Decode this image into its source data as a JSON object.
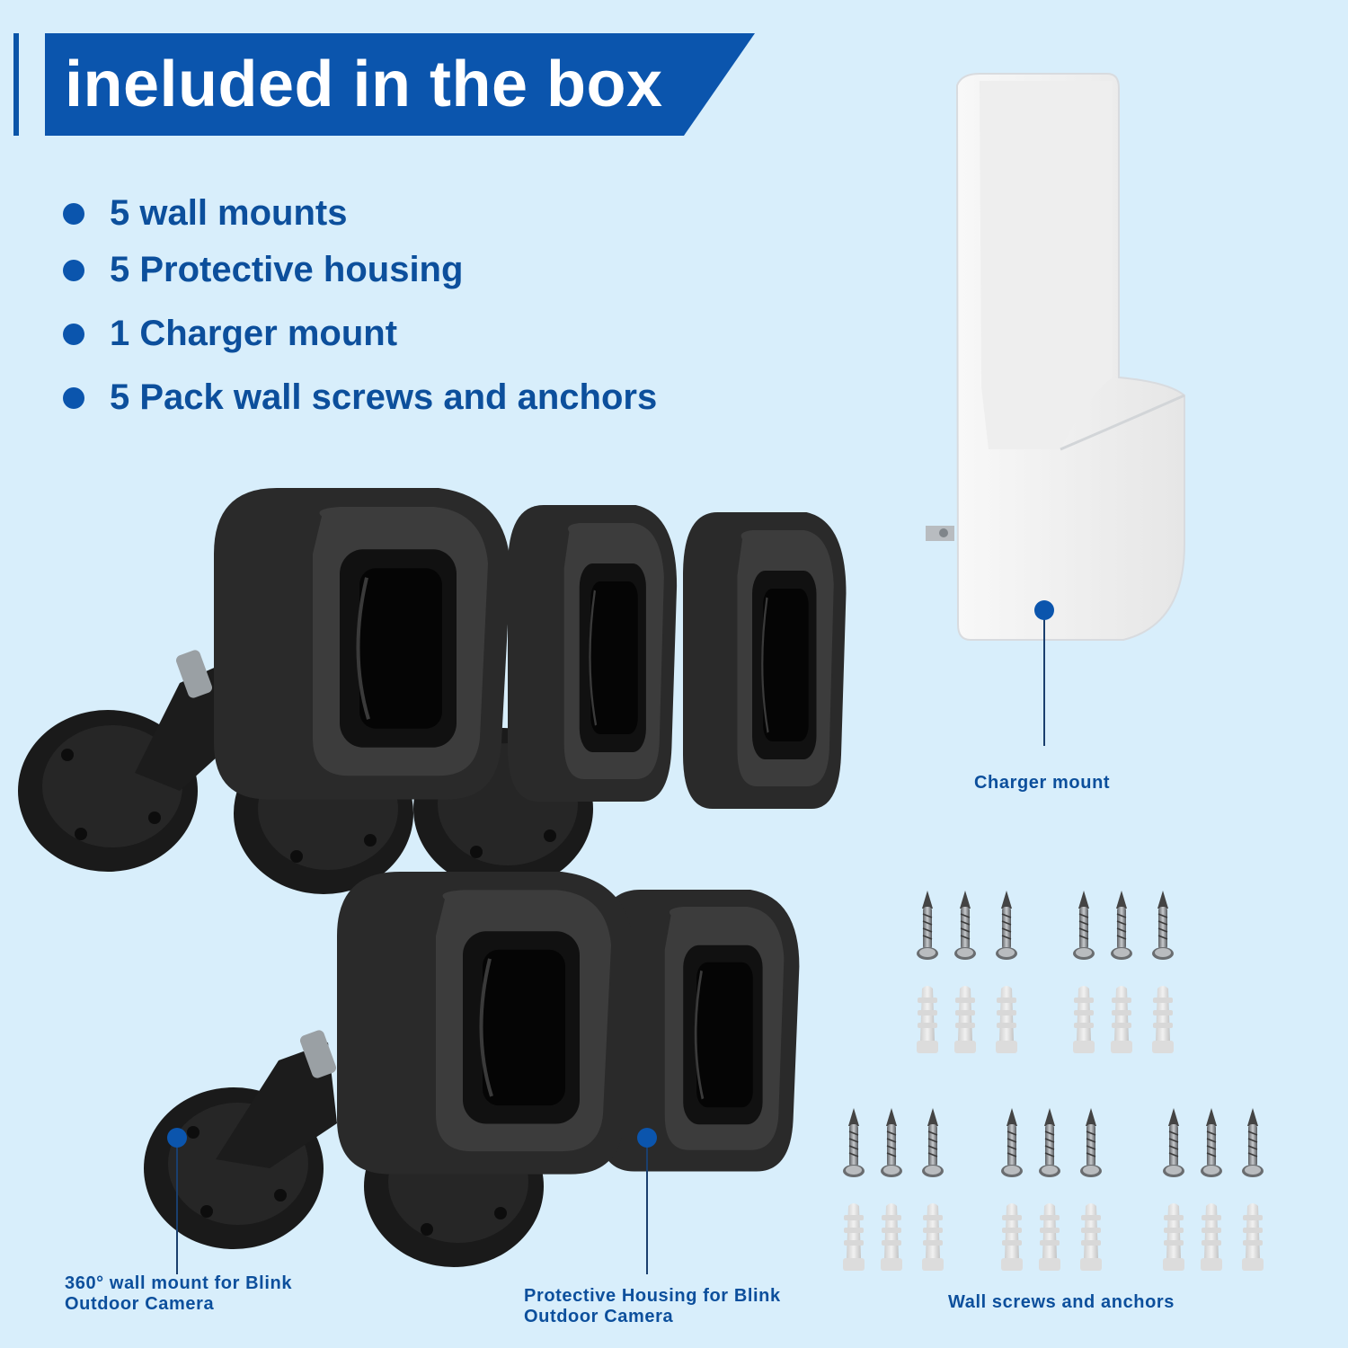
{
  "header": {
    "title": "ineluded in the box"
  },
  "items": [
    {
      "label": "5 wall mounts"
    },
    {
      "label": "5 Protective housing"
    },
    {
      "label": "1 Charger mount"
    },
    {
      "label": "5 Pack wall screws and anchors"
    }
  ],
  "captions": {
    "charger_mount": "Charger mount",
    "wall_mount_line1": "360° wall mount for Blink",
    "wall_mount_line2": "Outdoor Camera",
    "housing_line1": "Protective Housing for Blink",
    "housing_line2": "Outdoor Camera",
    "screws": "Wall screws and anchors"
  },
  "colors": {
    "background": "#d8eefb",
    "brand_blue": "#0b55ad",
    "product_black": "#1e1e1e",
    "charger_white": "#f7f7f7"
  }
}
